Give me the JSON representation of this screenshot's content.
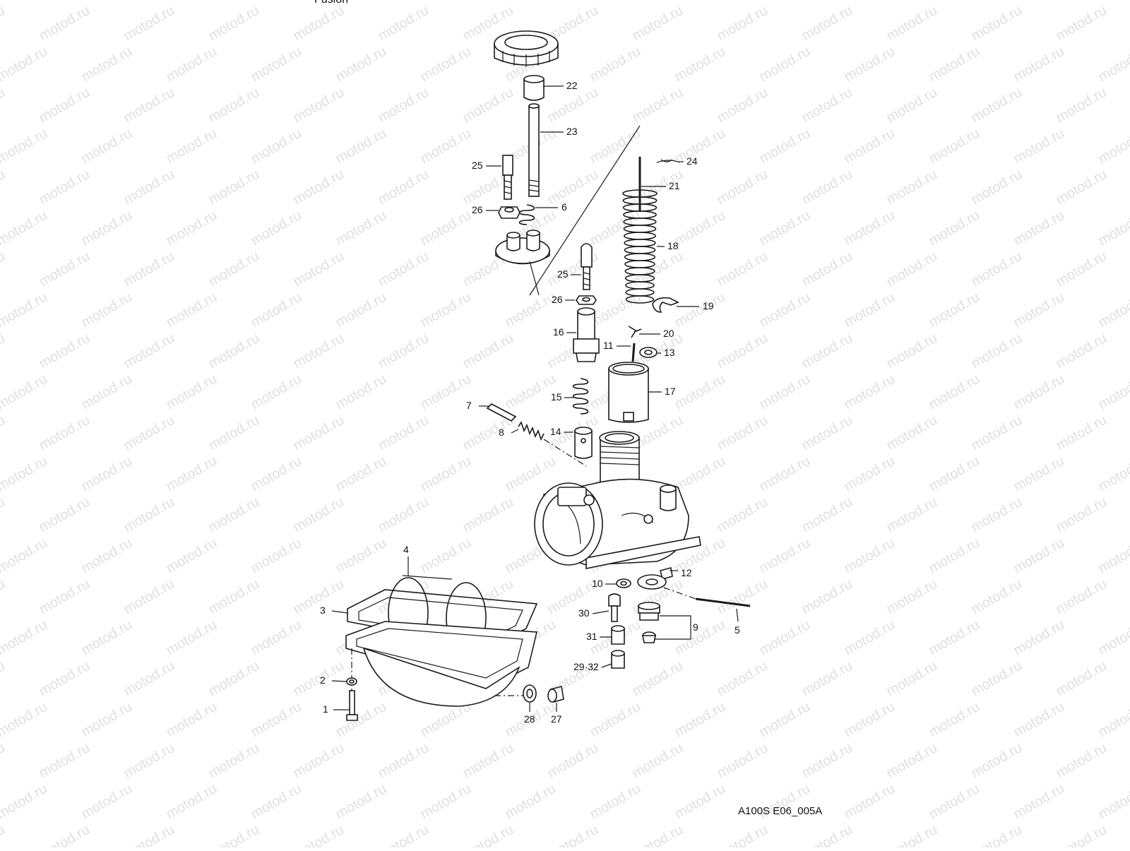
{
  "header_fragment": "Fusion",
  "diagram_code": "A100S E06_005A",
  "watermark": "motod.ru",
  "labels": [
    "1",
    "2",
    "3",
    "4",
    "5",
    "6",
    "7",
    "8",
    "9",
    "10",
    "11",
    "12",
    "13",
    "14",
    "15",
    "16",
    "17",
    "18",
    "19",
    "20",
    "21",
    "22",
    "23",
    "24",
    "25",
    "25",
    "26",
    "26",
    "27",
    "28",
    "29·32",
    "30",
    "31"
  ]
}
